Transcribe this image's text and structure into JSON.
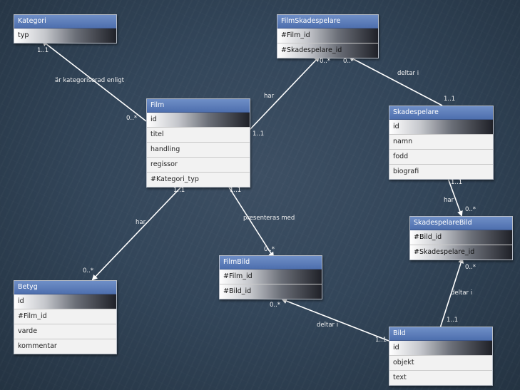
{
  "entities": {
    "kategori": {
      "name": "Kategori",
      "attrs": [
        "typ"
      ]
    },
    "film": {
      "name": "Film",
      "attrs": [
        "id",
        "titel",
        "handling",
        "regissor",
        "#Kategori_typ"
      ]
    },
    "filmskadespelare": {
      "name": "FilmSkadespelare",
      "attrs": [
        "#Film_id",
        "#Skadespelare_id"
      ]
    },
    "skadespelare": {
      "name": "Skadespelare",
      "attrs": [
        "id",
        "namn",
        "fodd",
        "biografi"
      ]
    },
    "skadespelarebild": {
      "name": "SkadespelareBild",
      "attrs": [
        "#Bild_id",
        "#Skadespelare_id"
      ]
    },
    "filmbild": {
      "name": "FilmBild",
      "attrs": [
        "#Film_id",
        "#Bild_id"
      ]
    },
    "betyg": {
      "name": "Betyg",
      "attrs": [
        "id",
        "#Film_id",
        "varde",
        "kommentar"
      ]
    },
    "bild": {
      "name": "Bild",
      "attrs": [
        "id",
        "objekt",
        "text"
      ]
    }
  },
  "relations": {
    "kategori_film": {
      "label": "är kategoriserad enligt",
      "from_card": "1..1",
      "to_card": "0..*"
    },
    "film_filmskadespelare": {
      "label": "har",
      "from_card": "1..1",
      "to_card": "0..*"
    },
    "skadespelare_filmskadespelare": {
      "label": "deltar i",
      "from_card": "1..1",
      "to_card": "0..*"
    },
    "skadespelare_skadespelarebild": {
      "label": "har",
      "from_card": "1..1",
      "to_card": "0..*"
    },
    "film_betyg": {
      "label": "har",
      "from_card": "1..1",
      "to_card": "0..*"
    },
    "film_filmbild": {
      "label": "presenteras med",
      "from_card": "1..1",
      "to_card": "0..*"
    },
    "bild_filmbild": {
      "label": "deltar i",
      "from_card": "1..1",
      "to_card": "0..*"
    },
    "bild_skadespelarebild": {
      "label": "deltar i",
      "from_card": "1..1",
      "to_card": "0..*"
    }
  }
}
